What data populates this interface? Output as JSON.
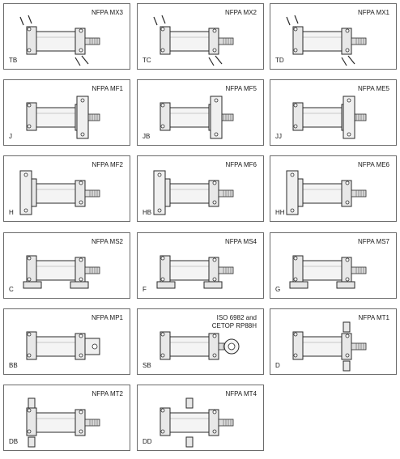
{
  "mounts": [
    {
      "title": "NFPA MX3",
      "code": "TB",
      "style": "tierods-front"
    },
    {
      "title": "NFPA MX2",
      "code": "TC",
      "style": "tierods-rear"
    },
    {
      "title": "NFPA MX1",
      "code": "TD",
      "style": "tierods-both"
    },
    {
      "title": "NFPA MF1",
      "code": "J",
      "style": "flange-front"
    },
    {
      "title": "NFPA MF5",
      "code": "JB",
      "style": "flange-front-square"
    },
    {
      "title": "NFPA ME5",
      "code": "JJ",
      "style": "flange-front-ext"
    },
    {
      "title": "NFPA MF2",
      "code": "H",
      "style": "flange-rear"
    },
    {
      "title": "NFPA MF6",
      "code": "HB",
      "style": "flange-rear-square"
    },
    {
      "title": "NFPA ME6",
      "code": "HH",
      "style": "flange-rear-ext"
    },
    {
      "title": "NFPA MS2",
      "code": "C",
      "style": "foot-side-lug"
    },
    {
      "title": "NFPA MS4",
      "code": "F",
      "style": "foot-tapped"
    },
    {
      "title": "NFPA MS7",
      "code": "G",
      "style": "foot-end-angle"
    },
    {
      "title": "NFPA MP1",
      "code": "BB",
      "style": "clevis-rear"
    },
    {
      "title": "ISO 6982 and\nCETOP RP88H",
      "code": "SB",
      "style": "spherical-bearing"
    },
    {
      "title": "NFPA MT1",
      "code": "D",
      "style": "trunnion-front"
    },
    {
      "title": "NFPA MT2",
      "code": "DB",
      "style": "trunnion-rear"
    },
    {
      "title": "NFPA MT4",
      "code": "DD",
      "style": "trunnion-intermediate"
    }
  ]
}
